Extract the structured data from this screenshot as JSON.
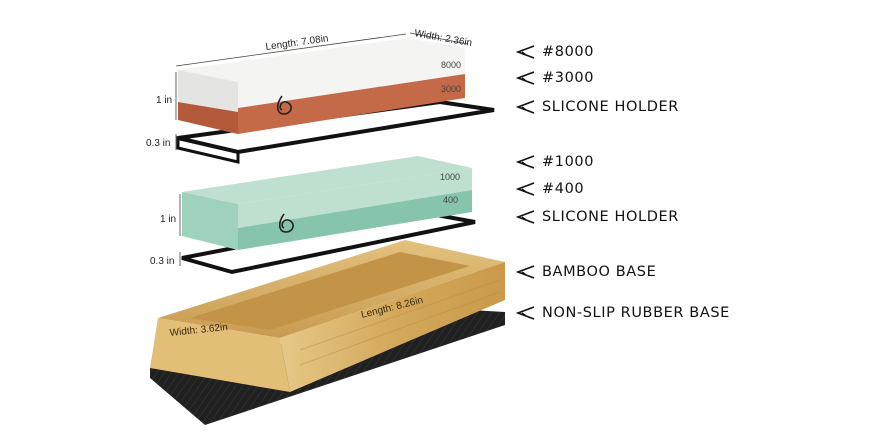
{
  "product": {
    "top_stone": {
      "length_label": "Length: 7.08in",
      "width_label": "Width: 2.36in",
      "height_label": "1 in",
      "grit_top": "8000",
      "grit_bottom": "3000",
      "color_top": "#f4f4f2",
      "color_bottom": "#c46a48"
    },
    "top_holder": {
      "height_label": "0.3 in"
    },
    "bottom_stone": {
      "height_label": "1 in",
      "grit_top": "1000",
      "grit_bottom": "400",
      "color_top": "#bfe0cf",
      "color_bottom": "#86c5ac"
    },
    "bottom_holder": {
      "height_label": "0.3 in"
    },
    "bamboo_base": {
      "length_label": "Length: 8.26in",
      "width_label": "Width: 3.62in",
      "color": "#d8b36a"
    },
    "rubber_base": {
      "color": "#1a1a1a"
    }
  },
  "legend": [
    {
      "label": "#8000",
      "icon": "arrow-pointer-icon"
    },
    {
      "label": "#3000",
      "icon": "arrow-pointer-icon"
    },
    {
      "label": "SLICONE HOLDER",
      "icon": "arrow-pointer-icon"
    },
    {
      "label": "#1000",
      "icon": "arrow-pointer-icon"
    },
    {
      "label": "#400",
      "icon": "arrow-pointer-icon"
    },
    {
      "label": "SLICONE HOLDER",
      "icon": "arrow-pointer-icon"
    },
    {
      "label": "BAMBOO BASE",
      "icon": "arrow-pointer-icon"
    },
    {
      "label": "NON-SLIP RUBBER BASE",
      "icon": "arrow-pointer-icon"
    }
  ]
}
